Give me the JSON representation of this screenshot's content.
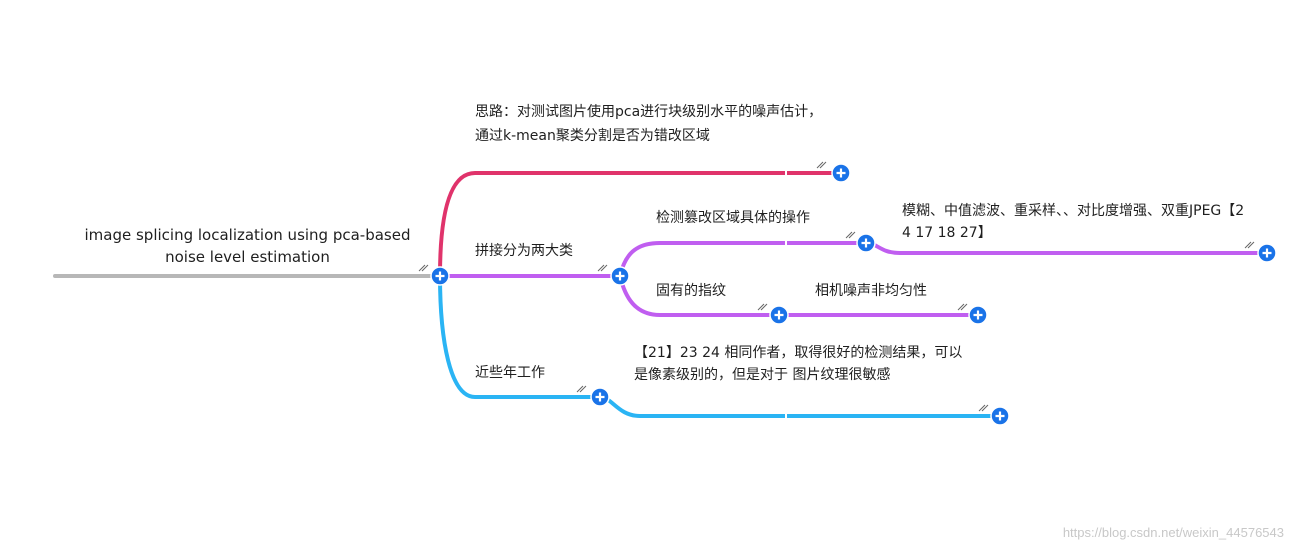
{
  "root": {
    "text": "image splicing localization using pca-based noise level estimation"
  },
  "nodes": {
    "idea": "思路：对测试图片使用pca进行块级别水平的噪声估计，通过k-mean聚类分割是否为错改区域",
    "two_types": "拼接分为两大类",
    "detect_ops": "检测篡改区域具体的操作",
    "ops_list": "模糊、中值滤波、重采样、、对比度增强、双重JPEG【2 4  17 18 27】",
    "inherent": "固有的指纹",
    "camera_noise": "相机噪声非均匀性",
    "recent": "近些年工作",
    "recent_detail": "【21】23 24  相同作者，取得很好的检测结果，可以是像素级别的，但是对于 图片纹理很敏感"
  },
  "watermark": "https://blog.csdn.net/weixin_44576543",
  "colors": {
    "root_line": "#b7b7b7",
    "branch_red": "#e0336b",
    "branch_purple": "#c05ef0",
    "branch_blue": "#2ab4f4",
    "expand_button": "#1a73e8"
  },
  "icons": {
    "expand": "plus-circle-icon",
    "collapse_hint": "double-slash-icon"
  }
}
